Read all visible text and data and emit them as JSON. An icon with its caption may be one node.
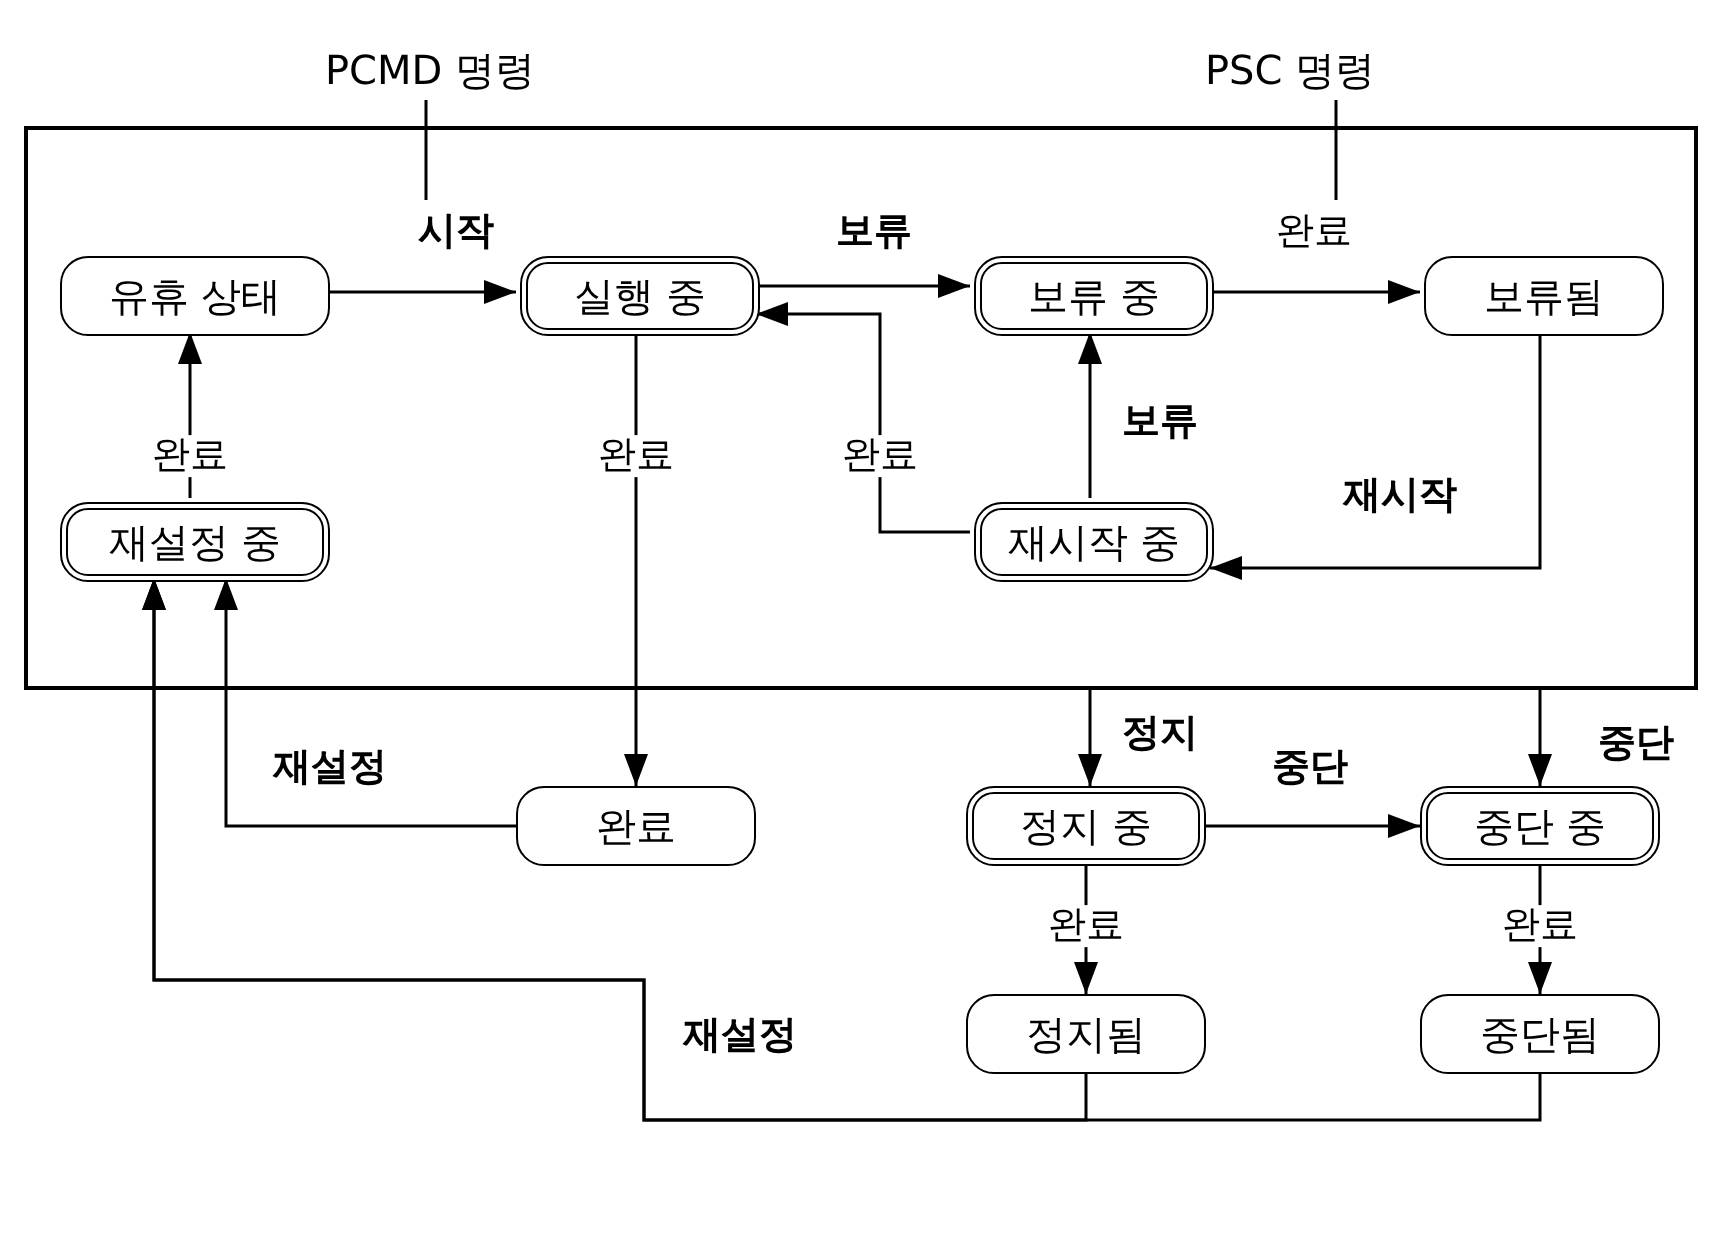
{
  "diagram": {
    "nodes": [
      {
        "text": [],
        "shape": "box"
      },
      {
        "text": [
          "PCMD 명령"
        ]
      },
      {
        "text": [
          "PSC 명령"
        ]
      },
      {
        "text": [
          "유휴 상태"
        ],
        "in": 0
      },
      {
        "text": [
          "실행 중"
        ],
        "in": 0
      },
      {
        "text": [
          "보류 중"
        ],
        "in": 0
      },
      {
        "text": [
          "보류됨"
        ],
        "in": 0
      },
      {
        "text": [
          "재설정 중"
        ],
        "in": 0
      },
      {
        "text": [
          "재시작 중"
        ],
        "in": 0
      },
      {
        "text": [
          "완료"
        ]
      },
      {
        "text": [
          "정지 중"
        ]
      },
      {
        "text": [
          "중단 중"
        ]
      },
      {
        "text": [
          "정지됨"
        ]
      },
      {
        "text": [
          "중단됨"
        ]
      }
    ],
    "edges": [
      {
        "from": 1,
        "to": 0,
        "arrow": "none"
      },
      {
        "from": 2,
        "to": 0,
        "arrow": "none"
      },
      {
        "from": 3,
        "to": 4,
        "arrow": "to",
        "label": "시작"
      },
      {
        "from": 4,
        "to": 5,
        "arrow": "to",
        "label": "보류"
      },
      {
        "from": 5,
        "to": 6,
        "arrow": "to",
        "label": "완료"
      },
      {
        "from": 7,
        "to": 3,
        "arrow": "to",
        "label": "완료"
      },
      {
        "from": 4,
        "to": 9,
        "arrow": "to",
        "label": "완료"
      },
      {
        "from": 8,
        "to": 5,
        "arrow": "to",
        "label": "보류"
      },
      {
        "from": 6,
        "to": 8,
        "arrow": "to",
        "label": "재시작"
      },
      {
        "from": 8,
        "to": 4,
        "arrow": "to",
        "label": "완료"
      },
      {
        "from": 9,
        "to": 7,
        "arrow": "to",
        "label": "재설정"
      },
      {
        "from": 0,
        "to": 10,
        "arrow": "to",
        "label": "정지"
      },
      {
        "from": 0,
        "to": 11,
        "arrow": "to",
        "label": "중단"
      },
      {
        "from": 10,
        "to": 11,
        "arrow": "to",
        "label": "중단"
      },
      {
        "from": 10,
        "to": 12,
        "arrow": "to",
        "label": "완료"
      },
      {
        "from": 11,
        "to": 13,
        "arrow": "to",
        "label": "완료"
      },
      {
        "from": 12,
        "to": 7,
        "arrow": "to",
        "label": "재설정"
      },
      {
        "from": 13,
        "to": 7,
        "arrow": "to"
      }
    ]
  }
}
